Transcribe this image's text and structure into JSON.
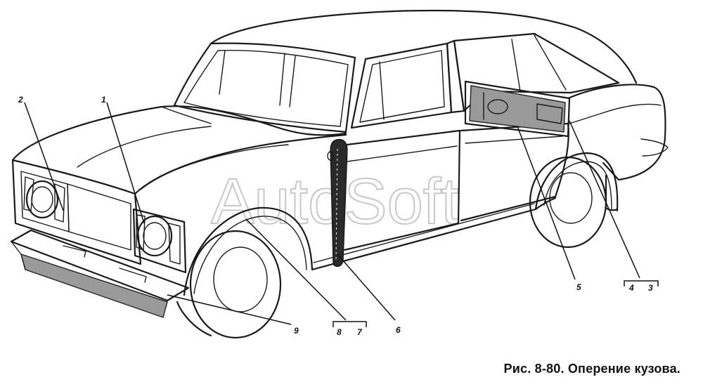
{
  "caption": "Рис. 8-80. Оперение кузова.",
  "watermark": "AutoSoft",
  "callouts": {
    "c1": "1",
    "c2": "2",
    "c3": "3",
    "c4": "4",
    "c5": "5",
    "c6": "6",
    "c7": "7",
    "c8": "8",
    "c9": "9"
  }
}
